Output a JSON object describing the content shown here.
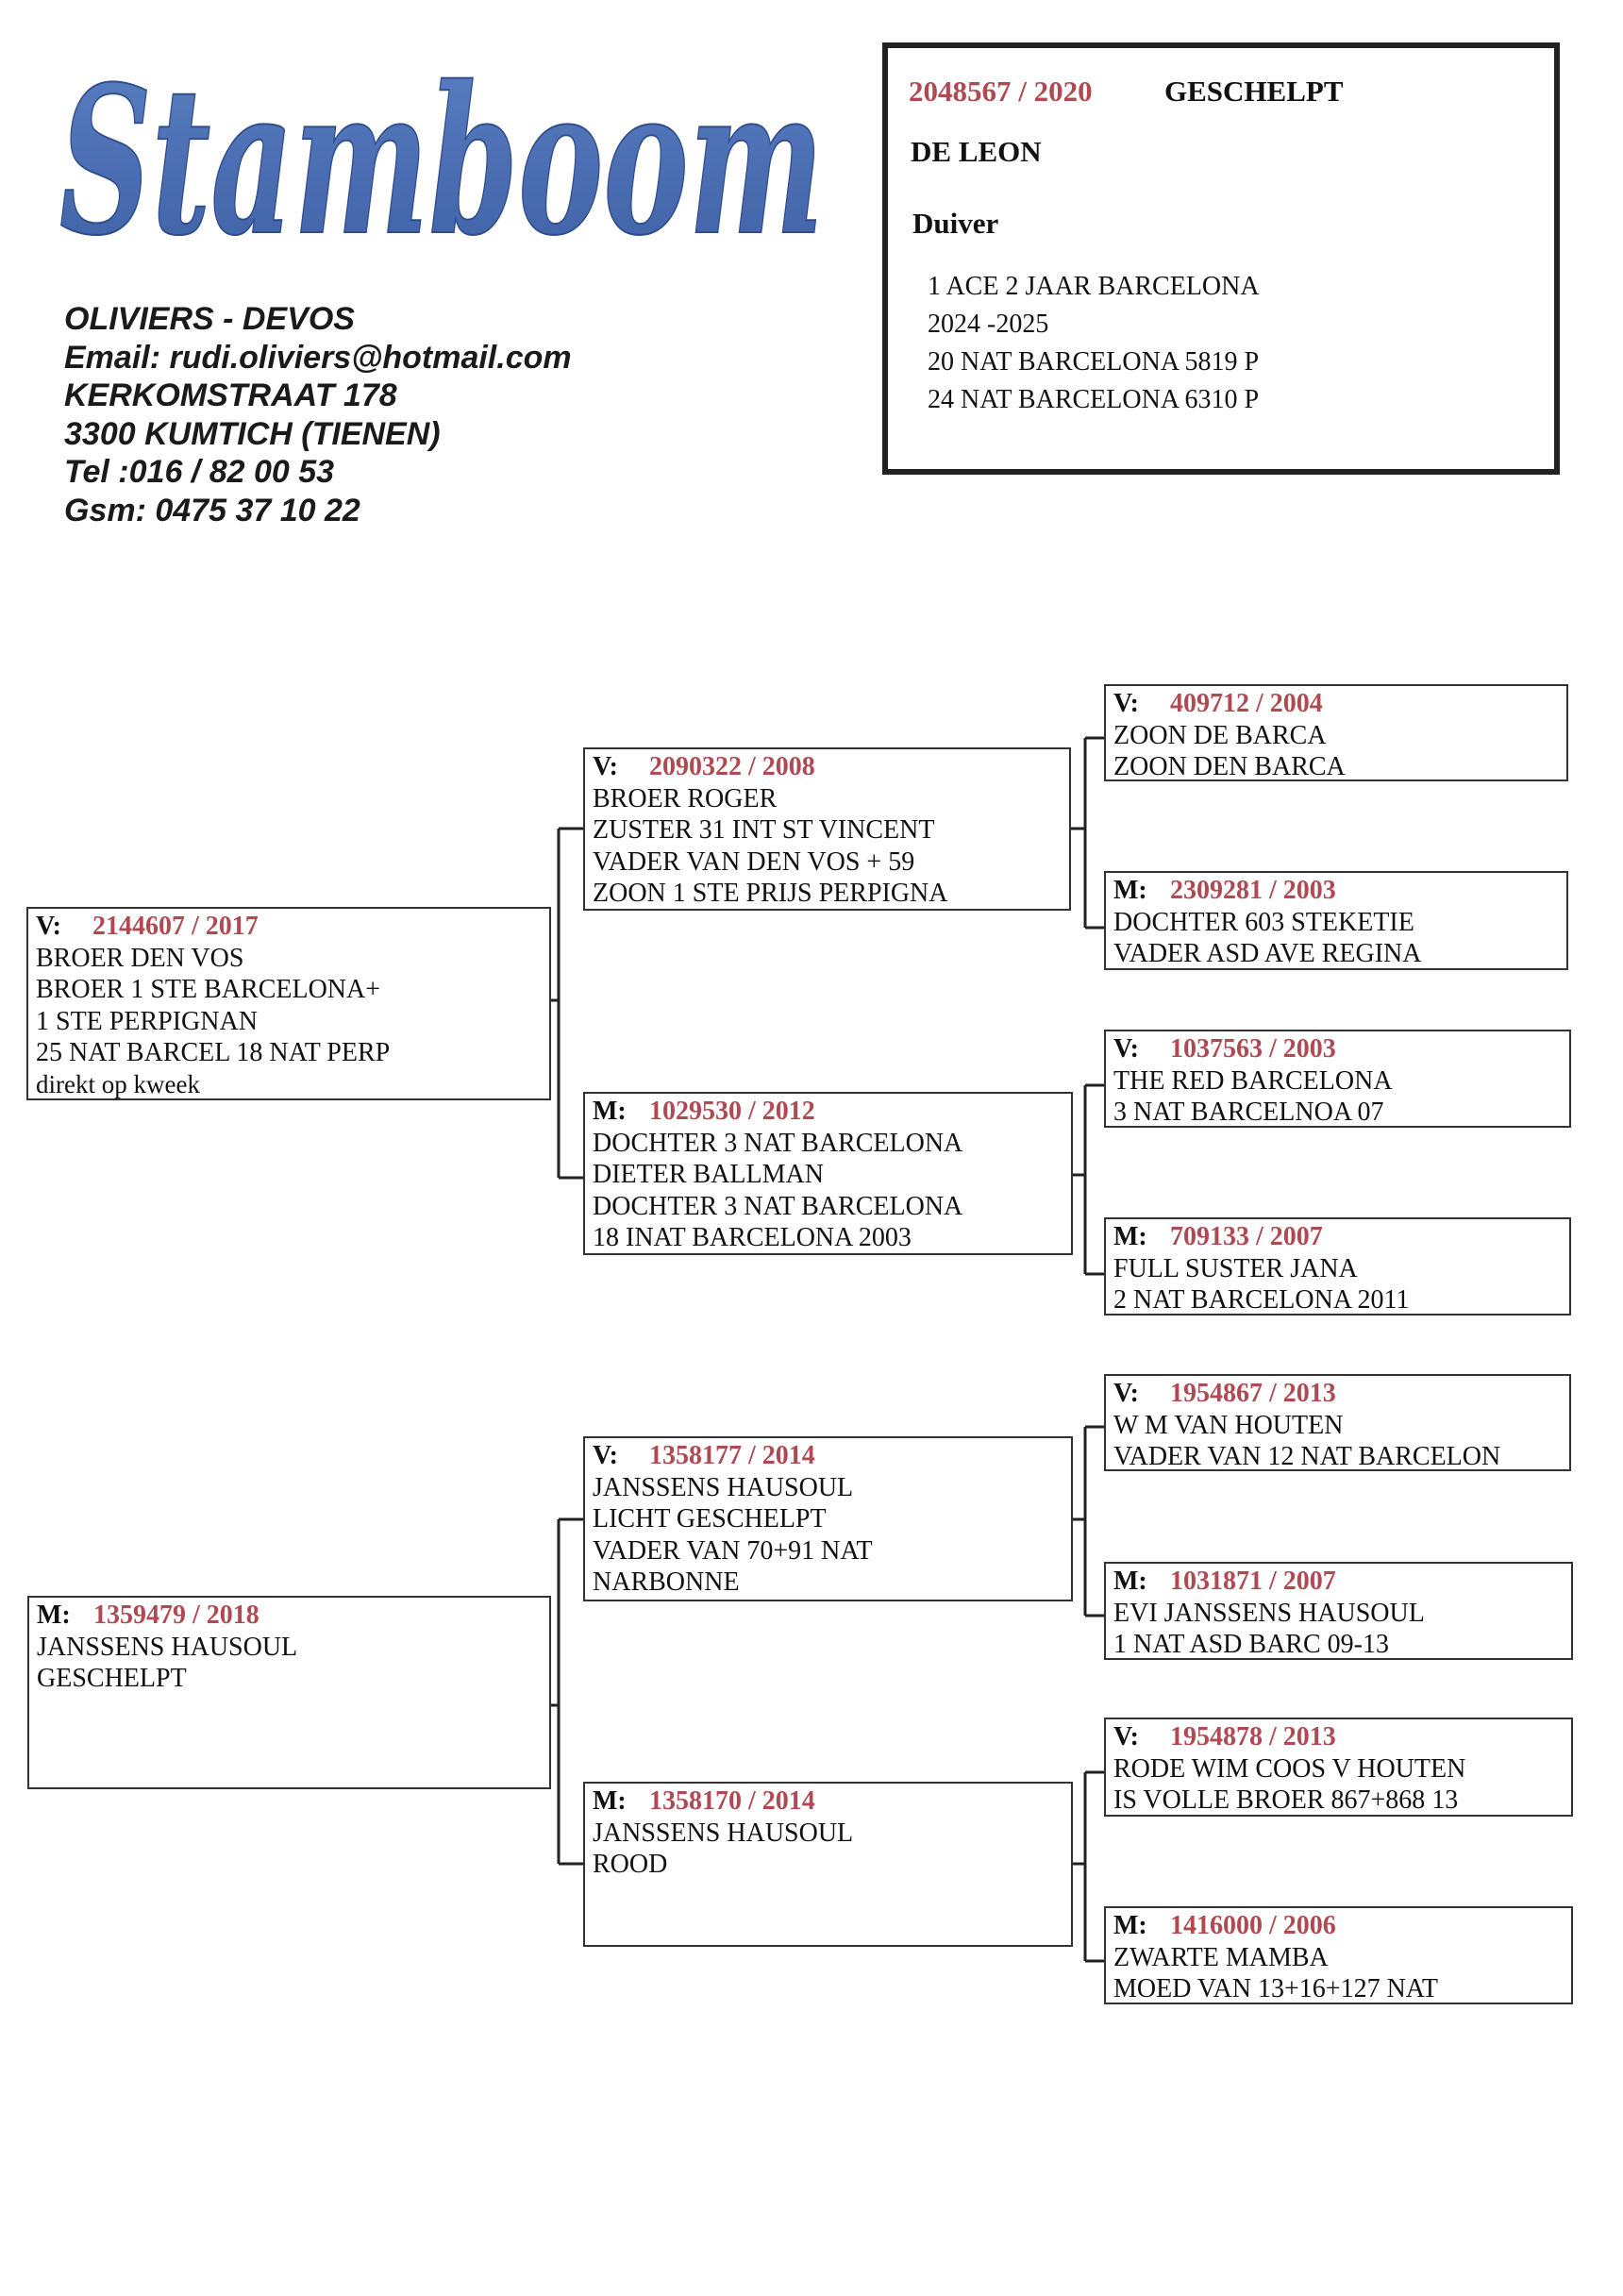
{
  "logo": {
    "text": "Stamboom",
    "color": "#4a6fb3"
  },
  "owner": {
    "lines": [
      "OLIVIERS - DEVOS",
      "Email: rudi.oliviers@hotmail.com",
      "KERKOMSTRAAT 178",
      "3300 KUMTICH (TIENEN)",
      "Tel :016 / 82 00 53",
      "Gsm: 0475 37 10 22"
    ]
  },
  "subject": {
    "ring": "2048567 / 2020",
    "color_desc": "GESCHELPT",
    "name": "DE LEON",
    "sex": "Duiver",
    "results": [
      "1 ACE 2 JAAR BARCELONA",
      "2024 -2025",
      "20 NAT BARCELONA 5819 P",
      "24  NAT BARCELONA 6310 P"
    ]
  },
  "accent_color": "#b04a52",
  "pedigree": {
    "father": {
      "label": "V:",
      "ring": "2144607 / 2017",
      "lines": [
        "BROER DEN VOS",
        "BROER 1 STE BARCELONA+",
        "1 STE PERPIGNAN",
        "25 NAT BARCEL 18 NAT PERP",
        "direkt op kweek"
      ]
    },
    "mother": {
      "label": "M:",
      "ring": "1359479 / 2018",
      "lines": [
        "JANSSENS HAUSOUL",
        "GESCHELPT"
      ]
    },
    "ff": {
      "label": "V:",
      "ring": "2090322 / 2008",
      "lines": [
        "BROER ROGER",
        "ZUSTER 31 INT ST VINCENT",
        "VADER VAN DEN VOS + 59",
        "ZOON 1 STE PRIJS PERPIGNA"
      ]
    },
    "fm": {
      "label": "M:",
      "ring": "1029530 / 2012",
      "lines": [
        "DOCHTER 3 NAT BARCELONA",
        "DIETER BALLMAN",
        "DOCHTER 3 NAT BARCELONA",
        "18 INAT BARCELONA 2003"
      ]
    },
    "mf": {
      "label": "V:",
      "ring": "1358177 / 2014",
      "lines": [
        "JANSSENS HAUSOUL",
        "LICHT GESCHELPT",
        "VADER VAN 70+91 NAT",
        "NARBONNE"
      ]
    },
    "mm": {
      "label": "M:",
      "ring": "1358170 / 2014",
      "lines": [
        "JANSSENS HAUSOUL",
        "ROOD"
      ]
    },
    "fff": {
      "label": "V:",
      "ring": "409712 / 2004",
      "lines": [
        "ZOON DE BARCA",
        "ZOON DEN BARCA"
      ]
    },
    "ffm": {
      "label": "M:",
      "ring": "2309281 / 2003",
      "lines": [
        "DOCHTER 603  STEKETIE",
        "VADER  ASD AVE REGINA"
      ]
    },
    "fmf": {
      "label": "V:",
      "ring": "1037563 / 2003",
      "lines": [
        "THE RED BARCELONA",
        "3 NAT BARCELNOA 07"
      ]
    },
    "fmm": {
      "label": "M:",
      "ring": "709133 / 2007",
      "lines": [
        "FULL SUSTER JANA",
        "2 NAT BARCELONA 2011"
      ]
    },
    "mff": {
      "label": "V:",
      "ring": "1954867 / 2013",
      "lines": [
        "W M VAN HOUTEN",
        "VADER VAN 12 NAT BARCELON"
      ]
    },
    "mfm": {
      "label": "M:",
      "ring": "1031871 / 2007",
      "lines": [
        "EVI JANSSENS HAUSOUL",
        "1 NAT ASD BARC 09-13"
      ]
    },
    "mmf": {
      "label": "V:",
      "ring": "1954878 / 2013",
      "lines": [
        "RODE WIM COOS V HOUTEN",
        "IS VOLLE BROER 867+868 13"
      ]
    },
    "mmm": {
      "label": "M:",
      "ring": "1416000 / 2006",
      "lines": [
        "ZWARTE MAMBA",
        "MOED VAN 13+16+127 NAT"
      ]
    }
  }
}
